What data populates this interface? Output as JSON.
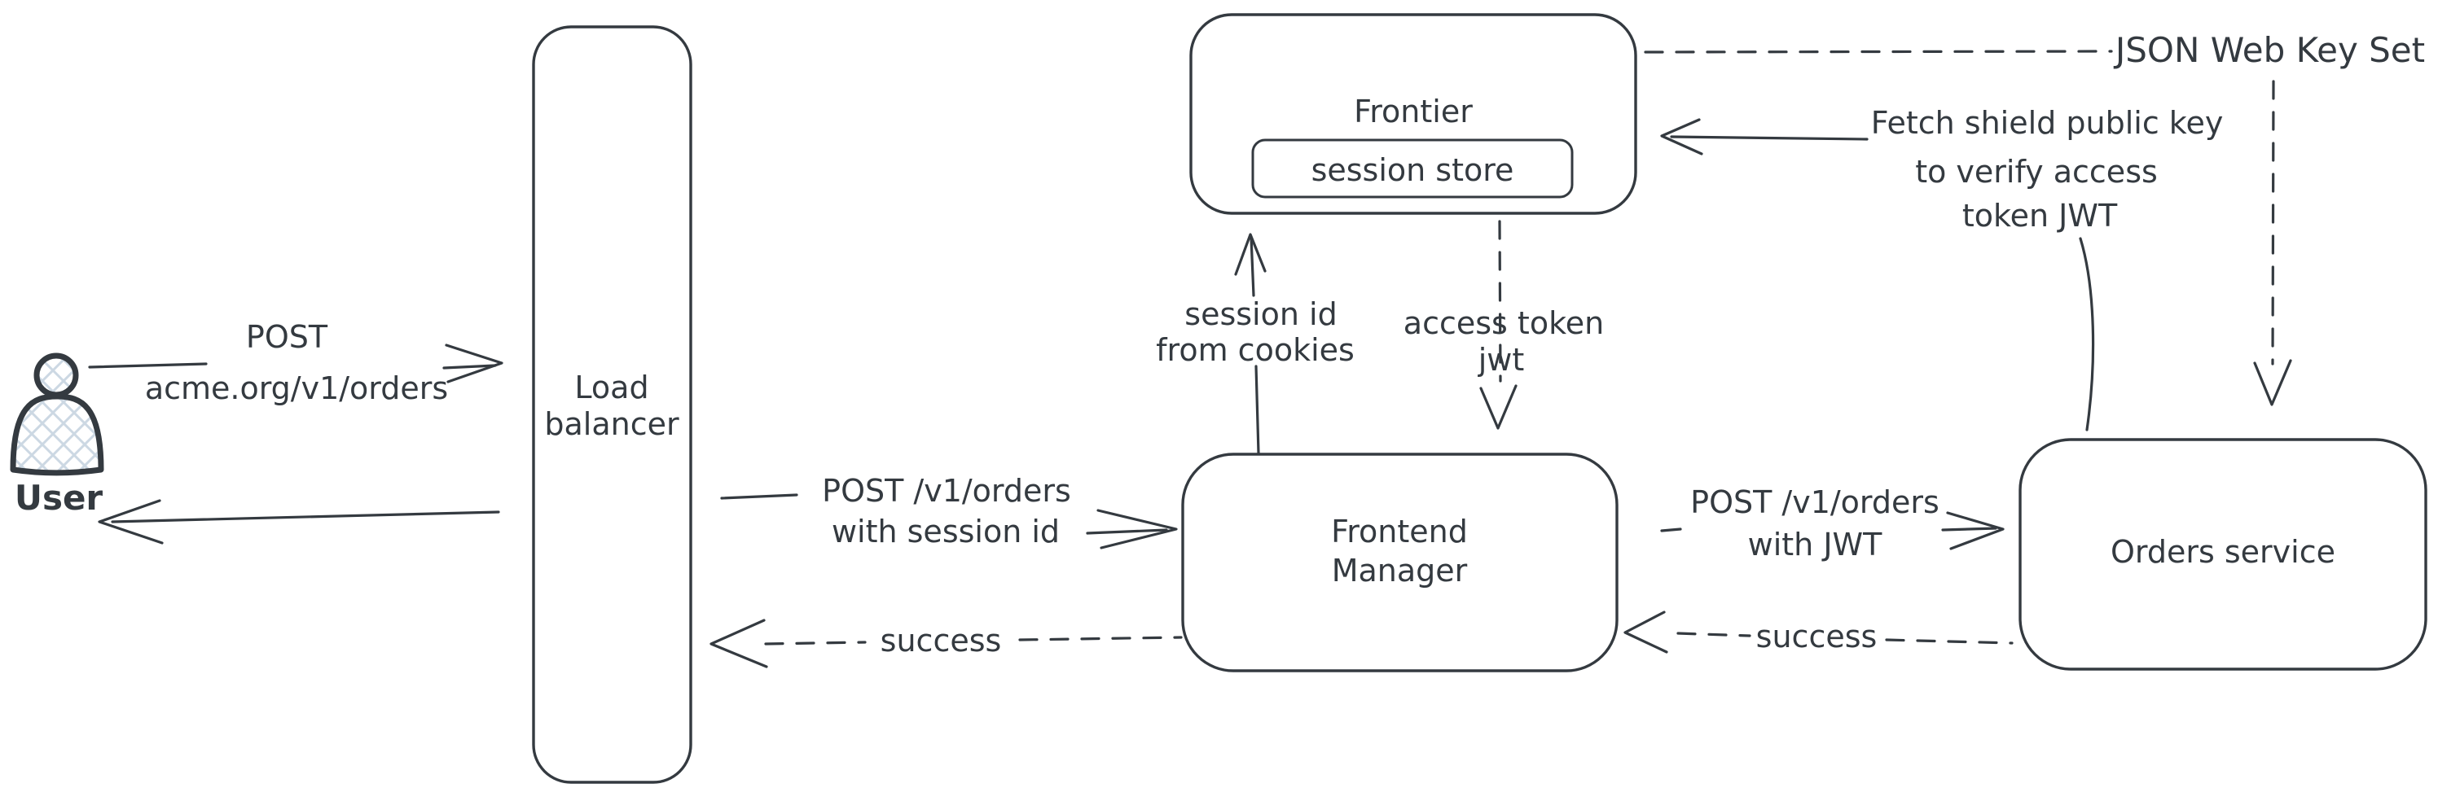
{
  "canvas": {
    "width": "2993",
    "height": "984"
  },
  "colors": {
    "stroke": "#343a40",
    "hatch": "#ccd8e3",
    "background": "#ffffff"
  },
  "nodes": {
    "user": {
      "label": "User"
    },
    "load_balancer": {
      "line1": "Load",
      "line2": "balancer"
    },
    "frontier": {
      "label": "Frontier",
      "session_store_label": "session store"
    },
    "frontend_manager": {
      "line1": "Frontend",
      "line2": "Manager"
    },
    "orders_service": {
      "label": "Orders service"
    }
  },
  "edges": {
    "user_to_lb": {
      "line1": "POST",
      "line2": "acme.org/v1/orders"
    },
    "lb_to_fm": {
      "line1": "POST /v1/orders",
      "line2": "with session id"
    },
    "fm_to_lb": {
      "label": "success"
    },
    "fm_to_frontier": {
      "line1": "session id",
      "line2": "from cookies"
    },
    "frontier_to_fm": {
      "line1": "access token",
      "line2": "jwt"
    },
    "fm_to_orders": {
      "line1": "POST /v1/orders",
      "line2": "with JWT"
    },
    "orders_to_fm": {
      "label": "success"
    },
    "orders_to_frontier": {
      "line1": "Fetch shield public key",
      "line2": "to verify access",
      "line3": "token JWT"
    },
    "frontier_to_jwks": {
      "label": "JSON Web Key Set"
    }
  }
}
